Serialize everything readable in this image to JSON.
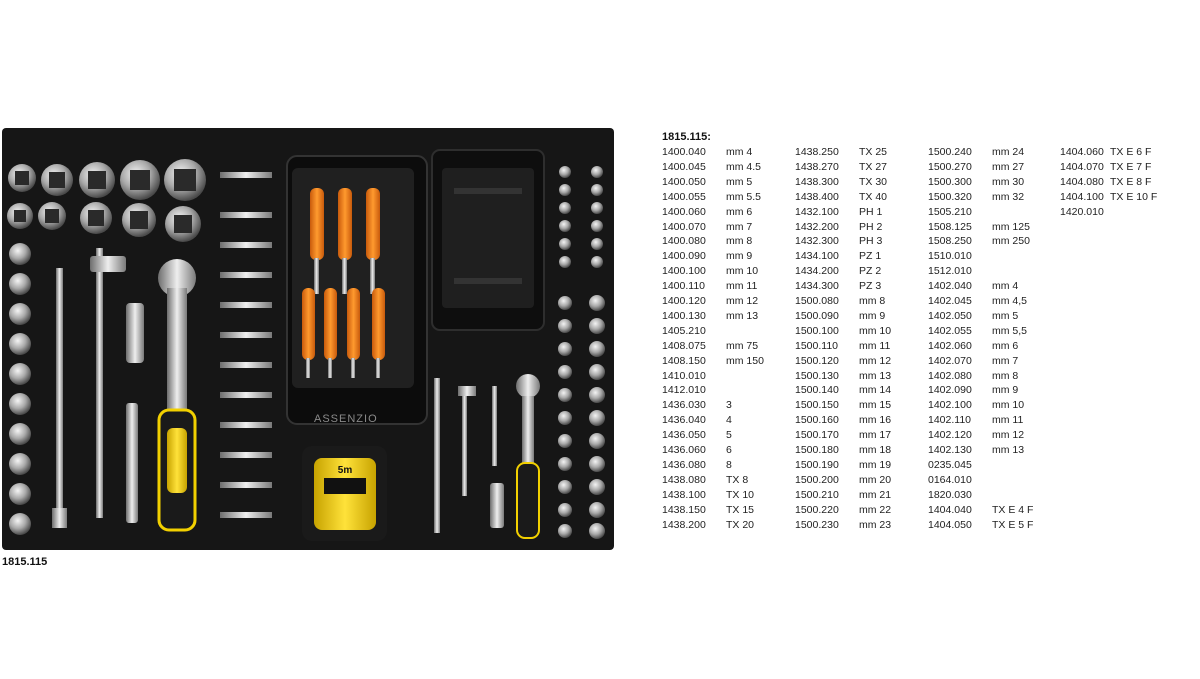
{
  "caption": "1815.115",
  "table_title": "1815.115:",
  "brand_text": "ASSENZIO",
  "tape_text": "5m",
  "columns": [
    [
      [
        "1400.040",
        "mm 4"
      ],
      [
        "1400.045",
        "mm 4.5"
      ],
      [
        "1400.050",
        "mm 5"
      ],
      [
        "1400.055",
        "mm 5.5"
      ],
      [
        "1400.060",
        "mm 6"
      ],
      [
        "1400.070",
        "mm 7"
      ],
      [
        "1400.080",
        "mm 8"
      ],
      [
        "1400.090",
        "mm 9"
      ],
      [
        "1400.100",
        "mm 10"
      ],
      [
        "1400.110",
        "mm 11"
      ],
      [
        "1400.120",
        "mm 12"
      ],
      [
        "1400.130",
        "mm 13"
      ],
      [
        "1405.210",
        ""
      ],
      [
        "1408.075",
        "mm 75"
      ],
      [
        "1408.150",
        "mm 150"
      ],
      [
        "1410.010",
        ""
      ],
      [
        "1412.010",
        ""
      ],
      [
        "1436.030",
        "3"
      ],
      [
        "1436.040",
        "4"
      ],
      [
        "1436.050",
        "5"
      ],
      [
        "1436.060",
        "6"
      ],
      [
        "1436.080",
        "8"
      ],
      [
        "1438.080",
        "TX 8"
      ],
      [
        "1438.100",
        "TX 10"
      ],
      [
        "1438.150",
        "TX 15"
      ],
      [
        "1438.200",
        "TX 20"
      ]
    ],
    [
      [
        "1438.250",
        "TX 25"
      ],
      [
        "1438.270",
        "TX 27"
      ],
      [
        "1438.300",
        "TX 30"
      ],
      [
        "1438.400",
        "TX 40"
      ],
      [
        "1432.100",
        "PH 1"
      ],
      [
        "1432.200",
        "PH 2"
      ],
      [
        "1432.300",
        "PH 3"
      ],
      [
        "1434.100",
        "PZ 1"
      ],
      [
        "1434.200",
        "PZ 2"
      ],
      [
        "1434.300",
        "PZ 3"
      ],
      [
        "1500.080",
        "mm 8"
      ],
      [
        "1500.090",
        "mm 9"
      ],
      [
        "1500.100",
        "mm 10"
      ],
      [
        "1500.110",
        "mm 11"
      ],
      [
        "1500.120",
        "mm 12"
      ],
      [
        "1500.130",
        "mm 13"
      ],
      [
        "1500.140",
        "mm 14"
      ],
      [
        "1500.150",
        "mm 15"
      ],
      [
        "1500.160",
        "mm 16"
      ],
      [
        "1500.170",
        "mm 17"
      ],
      [
        "1500.180",
        "mm 18"
      ],
      [
        "1500.190",
        "mm 19"
      ],
      [
        "1500.200",
        "mm 20"
      ],
      [
        "1500.210",
        "mm 21"
      ],
      [
        "1500.220",
        "mm 22"
      ],
      [
        "1500.230",
        "mm 23"
      ]
    ],
    [
      [
        "1500.240",
        "mm 24"
      ],
      [
        "1500.270",
        "mm 27"
      ],
      [
        "1500.300",
        "mm 30"
      ],
      [
        "1500.320",
        "mm 32"
      ],
      [
        "1505.210",
        ""
      ],
      [
        "1508.125",
        "mm 125"
      ],
      [
        "1508.250",
        "mm 250"
      ],
      [
        "1510.010",
        ""
      ],
      [
        "1512.010",
        ""
      ],
      [
        "1402.040",
        "mm 4"
      ],
      [
        "1402.045",
        "mm 4,5"
      ],
      [
        "1402.050",
        "mm 5"
      ],
      [
        "1402.055",
        "mm 5,5"
      ],
      [
        "1402.060",
        "mm 6"
      ],
      [
        "1402.070",
        "mm 7"
      ],
      [
        "1402.080",
        "mm 8"
      ],
      [
        "1402.090",
        "mm 9"
      ],
      [
        "1402.100",
        "mm 10"
      ],
      [
        "1402.110",
        "mm 11"
      ],
      [
        "1402.120",
        "mm 12"
      ],
      [
        "1402.130",
        "mm 13"
      ],
      [
        "0235.045",
        ""
      ],
      [
        "0164.010",
        ""
      ],
      [
        "1820.030",
        ""
      ],
      [
        "1404.040",
        "TX E 4 F"
      ],
      [
        "1404.050",
        "TX E 5 F"
      ]
    ],
    [
      [
        "1404.060",
        "TX E 6 F"
      ],
      [
        "1404.070",
        "TX E 7 F"
      ],
      [
        "1404.080",
        "TX E 8 F"
      ],
      [
        "1404.100",
        "TX E 10 F"
      ],
      [
        "1420.010",
        ""
      ]
    ]
  ]
}
